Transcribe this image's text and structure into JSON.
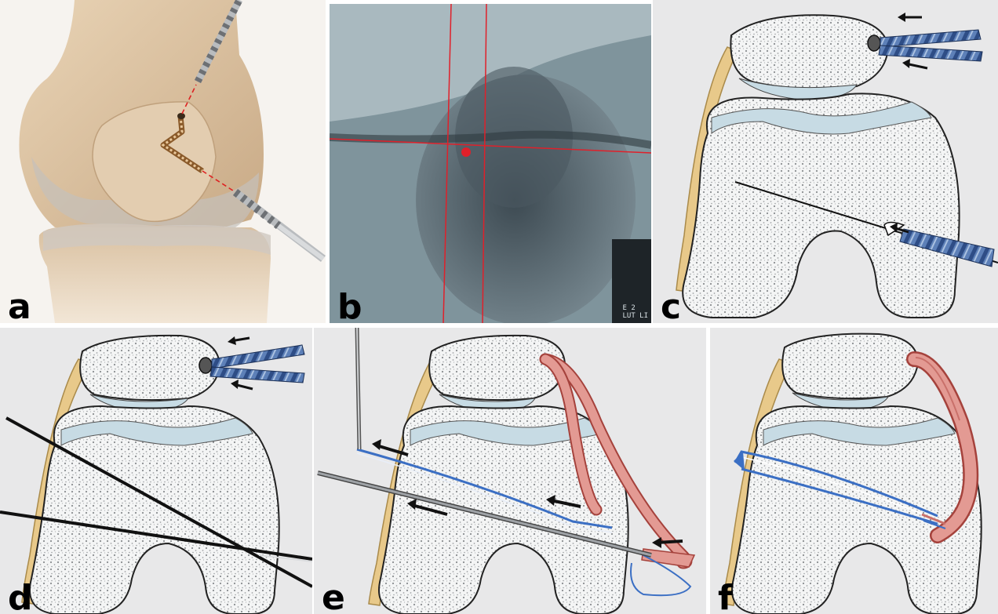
{
  "panels": {
    "a": {
      "label": "a"
    },
    "b": {
      "label": "b",
      "corner_text": [
        "E 2",
        "LUT LI"
      ]
    },
    "c": {
      "label": "c"
    },
    "d": {
      "label": "d"
    },
    "e": {
      "label": "e"
    },
    "f": {
      "label": "f"
    }
  },
  "colors": {
    "bone_fill": "#f3f4f4",
    "bone_outline": "#2a2a2a",
    "cartilage": "#c7dbe4",
    "tendon": "#e8c98a",
    "graft": "#e39a93",
    "suture": "#3b6fc4",
    "drill": "#5b7fb8",
    "guide_red": "#e0202a",
    "xray_bg": "#50616a"
  }
}
